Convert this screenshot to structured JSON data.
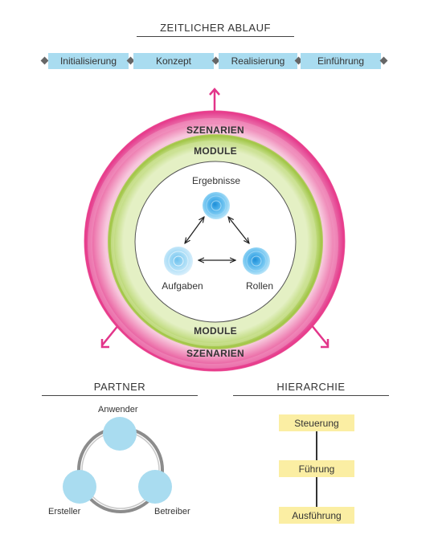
{
  "timeline": {
    "title": "ZEITLICHER ABLAUF",
    "phases": [
      "Initialisierung",
      "Konzept",
      "Realisierung",
      "Einführung"
    ]
  },
  "circle": {
    "outer_label_top": "SZENARIEN",
    "outer_label_bottom": "SZENARIEN",
    "inner_label_top": "MODULE",
    "inner_label_bottom": "MODULE",
    "nodes": {
      "top": "Ergebnisse",
      "left": "Aufgaben",
      "right": "Rollen"
    }
  },
  "partner": {
    "title": "PARTNER",
    "roles": [
      "Anwender",
      "Ersteller",
      "Betreiber"
    ]
  },
  "hierarchie": {
    "title": "HIERARCHIE",
    "levels": [
      "Steuerung",
      "Führung",
      "Ausführung"
    ]
  },
  "colors": {
    "phase_fill": "#a9dcf0",
    "szenarien_ring": "#e83e8c",
    "module_ring": "#a6c94a",
    "node_blue": "#5bb8e8",
    "partner_circle": "#a9dcf0",
    "hier_fill": "#fbeea3"
  }
}
